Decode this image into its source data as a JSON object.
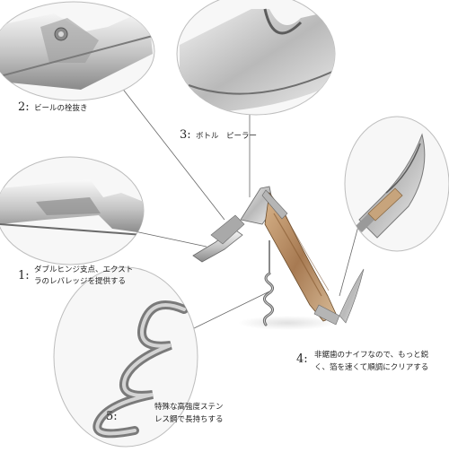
{
  "callouts": [
    {
      "number": "2:",
      "text": [
        "ビールの栓抜き"
      ]
    },
    {
      "number": "3:",
      "text": [
        "ボトル　ピーラー"
      ]
    },
    {
      "number": "1:",
      "text": [
        "ダブルヒンジ支点、エクスト",
        "ラのレバレッジを提供する"
      ]
    },
    {
      "number": "4:",
      "text": [
        "非鋸歯のナイフなので、もっと鋭",
        "く、箔を速くて順調にクリアする"
      ]
    },
    {
      "number": "5:",
      "text": [
        "特殊な高強度ステン",
        "レス鋼で長持ちする"
      ]
    }
  ],
  "colors": {
    "steel_light": "#e6e6e6",
    "steel_dark": "#6f6f6f",
    "wood": "#c9a37a",
    "line": "#666666"
  }
}
